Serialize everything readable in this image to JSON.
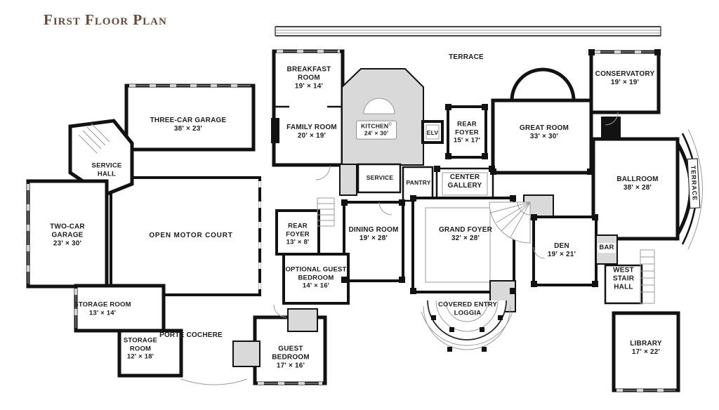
{
  "title": "First Floor Plan",
  "colors": {
    "title_brown": "#6b4832",
    "wall_black": "#121212",
    "service_area_gray": "#d9d9d9",
    "background": "#ffffff"
  },
  "rooms": {
    "terrace_top": {
      "name": "TERRACE"
    },
    "breakfast_room": {
      "name": "BREAKFAST ROOM",
      "dims": "19' × 14'"
    },
    "family_room": {
      "name": "FAMILY ROOM",
      "dims": "20' × 19'"
    },
    "kitchen": {
      "name": "KITCHEN",
      "mark": "©",
      "dims": "24' × 30'"
    },
    "elevator": {
      "name": "ELV"
    },
    "rear_foyer_north": {
      "name": "REAR FOYER",
      "dims": "15' × 17'"
    },
    "great_room": {
      "name": "GREAT ROOM",
      "dims": "33' × 30'"
    },
    "conservatory": {
      "name": "CONSERVATORY",
      "dims": "19' × 19'"
    },
    "service_hall": {
      "name": "SERVICE HALL"
    },
    "service": {
      "name": "SERVICE"
    },
    "pantry": {
      "name": "PANTRY"
    },
    "center_gallery": {
      "name": "CENTER GALLERY"
    },
    "ballroom": {
      "name": "BALLROOM",
      "dims": "38' × 28'"
    },
    "terrace_east": {
      "name": "TERRACE"
    },
    "three_car_garage": {
      "name": "THREE-CAR GARAGE",
      "dims": "38' × 23'"
    },
    "two_car_garage": {
      "name": "TWO-CAR GARAGE",
      "dims": "23' × 30'"
    },
    "open_motor_court": {
      "name": "OPEN MOTOR COURT"
    },
    "rear_foyer_west": {
      "name": "REAR FOYER",
      "dims": "13' × 8'"
    },
    "dining_room": {
      "name": "DINING ROOM",
      "dims": "19' × 28'"
    },
    "grand_foyer": {
      "name": "GRAND FOYER",
      "dims": "32' × 28'"
    },
    "den": {
      "name": "DEN",
      "dims": "19' × 21'"
    },
    "bar": {
      "name": "BAR"
    },
    "west_stair_hall": {
      "name": "WEST STAIR HALL"
    },
    "optional_guest_bedroom": {
      "name": "OPTIONAL GUEST BEDROOM",
      "dims": "14' × 16'"
    },
    "storage_room_1": {
      "name": "STORAGE ROOM",
      "dims": "13' × 14'"
    },
    "storage_room_2": {
      "name": "STORAGE ROOM",
      "dims": "12' × 18'"
    },
    "porte_cochere": {
      "name": "PORTE COCHERE"
    },
    "covered_entry_loggia": {
      "name": "COVERED ENTRY LOGGIA"
    },
    "guest_bedroom": {
      "name": "GUEST BEDROOM",
      "dims": "17' × 16'"
    },
    "library": {
      "name": "LIBRARY",
      "dims": "17' × 22'"
    }
  }
}
